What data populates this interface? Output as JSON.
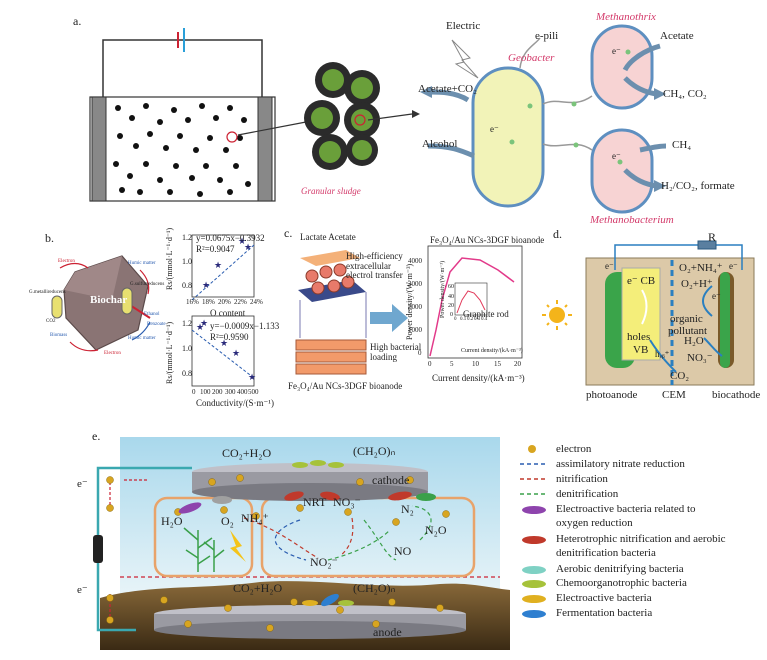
{
  "panel_a": {
    "label": "a.",
    "granular_sludge": "Granular sludge",
    "electric": "Electric",
    "e_pili": "e-pili",
    "methanothrix": "Methanothrix",
    "geobacter": "Geobacter",
    "acetate": "Acetate",
    "acetate_co2": "Acetate+CO₂",
    "ch4_co2": "CH₄, CO₂",
    "alcohol": "Alcohol",
    "ch4": "CH₄",
    "h2_co2_formate": "H₂/CO₂, formate",
    "methanobacterium": "Methanobacterium",
    "electron": "e⁻"
  },
  "panel_b": {
    "label": "b.",
    "biochar": "Biochar",
    "species": [
      "Electron",
      "Humic matter",
      "G.sulfurreducens",
      "G.metallireducens",
      "Ethanol",
      "Biomass",
      "Benzoate",
      "Electron",
      "Humic matter",
      "CO2"
    ],
    "top_eq": "y=0.0675x−0.3932",
    "top_r2": "R²=0.9047",
    "top_xlabel": "O content",
    "top_ylabel": "Rs/(mmol·L⁻¹·d⁻¹)",
    "top_xticks": [
      "16%",
      "18%",
      "20%",
      "22%",
      "24%"
    ],
    "top_yticks": [
      "1.2",
      "1.0",
      "0.8"
    ],
    "bot_eq": "y=−0.0009x−1.133",
    "bot_r2": "R²=0.9590",
    "bot_xlabel": "Conductivity/(S·m⁻¹)",
    "bot_ylabel": "Rs/(mmol·L⁻¹·d⁻¹)",
    "bot_xticks": [
      "0",
      "100",
      "200",
      "300",
      "400",
      "500"
    ],
    "bot_yticks": [
      "1.2",
      "1.0",
      "0.8"
    ]
  },
  "panel_c": {
    "label": "c.",
    "lactate_acetate": "Lactate Acetate",
    "high_eff": "High-efficiency",
    "extracellular": "extracellular",
    "electrol": "electrol transfer",
    "high_bacterial": "High bacterial",
    "loading": "loading",
    "bioanode_left": "Fe₃O₄/Au NCs-3DGF bioanode",
    "bioanode_chart": "Fe₃O₄/Au NCs-3DGF bioanode",
    "ylabel": "Power density/(W·m⁻³)",
    "xlabel": "Current density/(kA·m⁻³)",
    "yticks": [
      "4000",
      "3000",
      "2000",
      "1000",
      "0"
    ],
    "xticks": [
      "0",
      "5",
      "10",
      "15",
      "20"
    ],
    "inset_label": "Graphite rod",
    "inset_ylabel": "Power density/(W·m⁻³)",
    "inset_xlabel": "Current density/(kA·m⁻³)",
    "inset_yticks": [
      "60",
      "40",
      "20",
      "0"
    ],
    "inset_xticks": [
      "0",
      "0.1",
      "0.2",
      "0.3",
      "0.4"
    ]
  },
  "panel_d": {
    "label": "d.",
    "r": "R",
    "e1": "e⁻",
    "e2": "e⁻",
    "cb": "e⁻ CB",
    "holes": "holes",
    "vb": "VB",
    "hvb": "hᵥᵦ⁺",
    "organic": "organic",
    "pollutant": "pollutant",
    "co2": "CO₂",
    "o2nh4": "O₂+NH₄⁺",
    "o2h": "O₂+H⁺",
    "h2o": "H₂O",
    "no3": "NO₃⁻",
    "e3": "e⁻",
    "photoanode": "photoanode",
    "cem": "CEM",
    "biocathode": "biocathode"
  },
  "panel_e": {
    "label": "e.",
    "co2_h2o_top": "CO₂+H₂O",
    "ch2o_top": "(CH₂O)ₙ",
    "cathode": "cathode",
    "h2o": "H₂O",
    "o2": "O₂",
    "nh4": "NH₄⁺",
    "nrt": "NRT",
    "no3": "NO₃⁻",
    "n2": "N₂",
    "n2o": "N₂O",
    "no": "NO",
    "no2": "NO₂⁻",
    "co2_h2o_bot": "CO₂+H₂O",
    "ch2o_bot": "(CH₂O)ₙ",
    "anode": "anode",
    "e_upper": "e⁻",
    "e_lower": "e⁻"
  },
  "legend": [
    {
      "label": "electron",
      "color": "#d8a520"
    },
    {
      "label": "assimilatory nitrate reduction",
      "color": "#2a5db0"
    },
    {
      "label": "nitrification",
      "color": "#c0392b"
    },
    {
      "label": "denitrification",
      "color": "#3aa04a"
    },
    {
      "label": "Electroactive bacteria related to oxygen reduction",
      "color": "#8e44ad"
    },
    {
      "label": "Heterotrophic nitrification and aerobic denitrification bacteria",
      "color": "#c0392b"
    },
    {
      "label": "Aerobic denitrifying bacteria",
      "color": "#7fd1c4"
    },
    {
      "label": "Chemoorganotrophic bacteria",
      "color": "#a6c23a"
    },
    {
      "label": "Electroactive bacteria",
      "color": "#e0b020"
    },
    {
      "label": "Fermentation bacteria",
      "color": "#2e7fd0"
    }
  ],
  "legend_lines": [
    "electron",
    "assimilatory nitrate reduction",
    "nitrification",
    "denitrification",
    "Electroactive bacteria related to",
    "oxygen reduction",
    "Heterotrophic nitrification and aerobic",
    "denitrification bacteria",
    "Aerobic denitrifying bacteria",
    "Chemoorganotrophic bacteria",
    "Electroactive bacteria",
    "Fermentation bacteria"
  ]
}
